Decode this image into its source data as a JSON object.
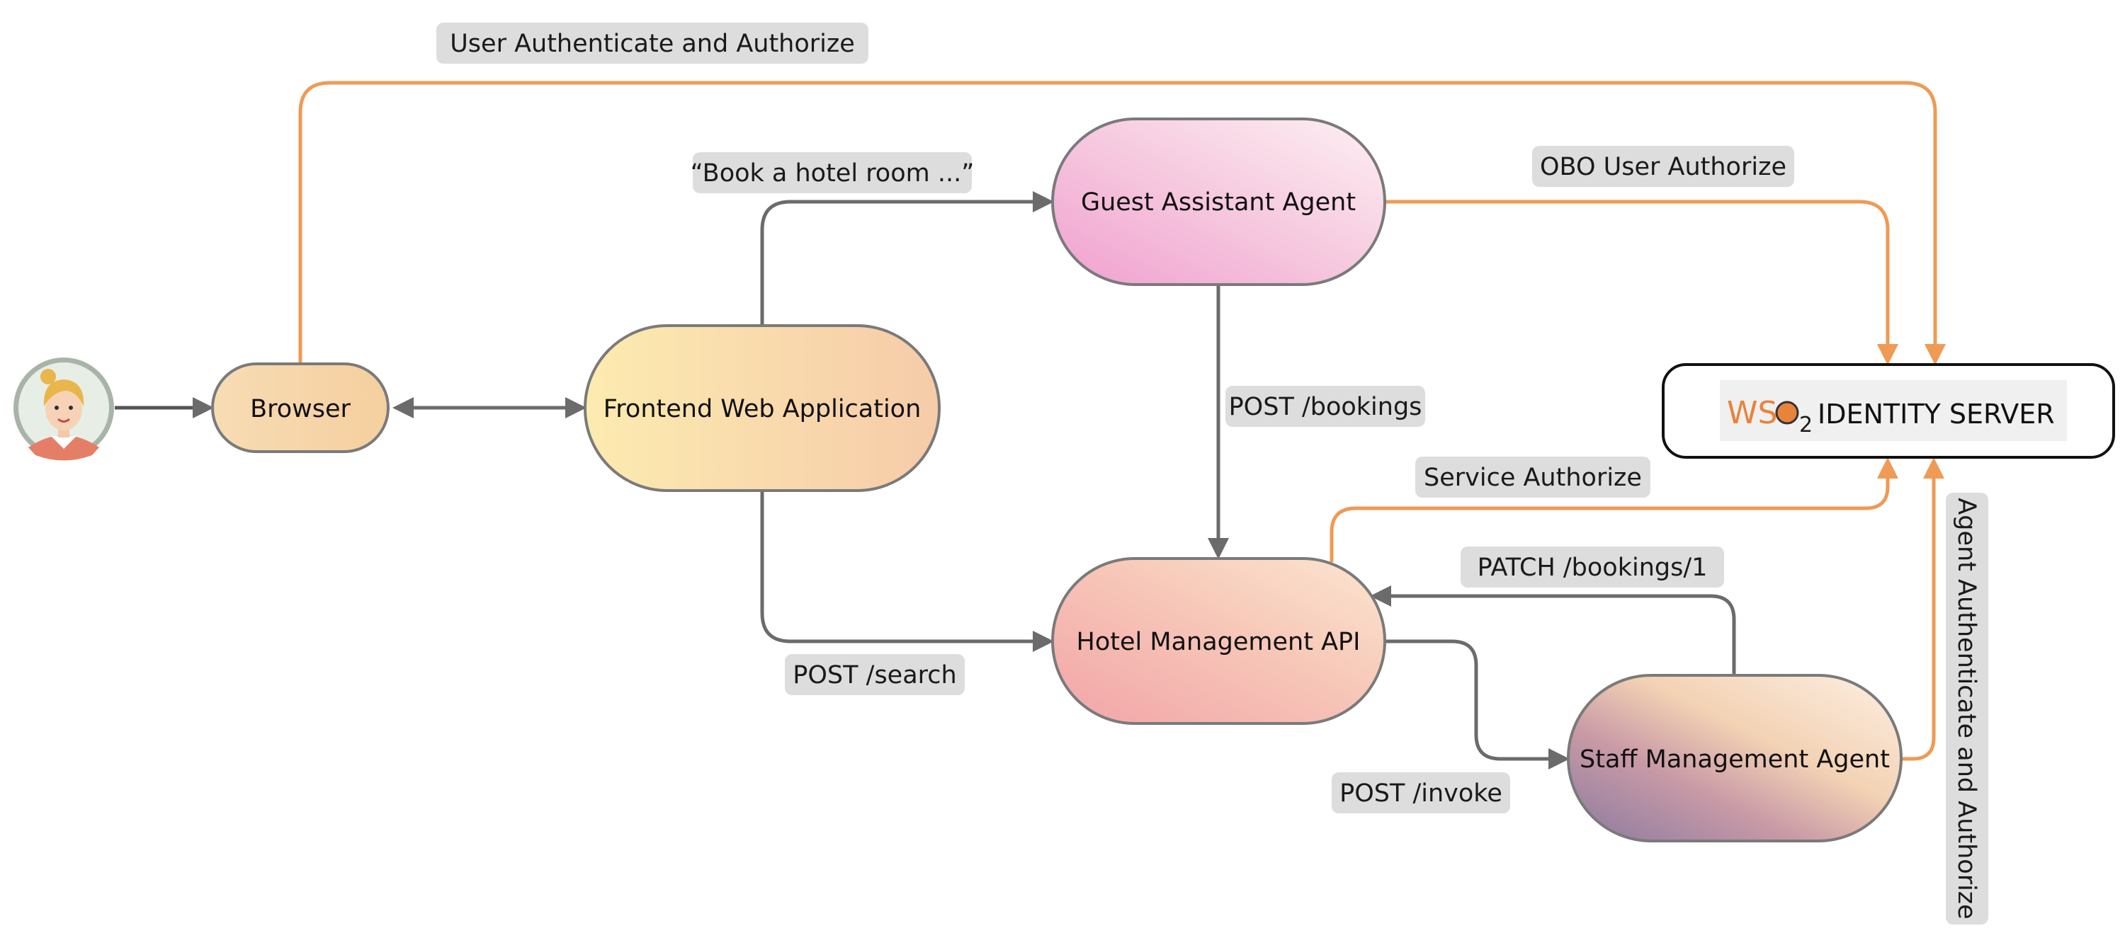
{
  "nodes": {
    "browser": "Browser",
    "frontend": "Frontend Web Application",
    "guest_agent": "Guest Assistant Agent",
    "hotel_api": "Hotel Management API",
    "staff_agent": "Staff Management Agent",
    "identity_server": {
      "logo_ws": "WS",
      "logo_2": "2",
      "name": "IDENTITY SERVER"
    }
  },
  "edge_labels": {
    "user_auth": "User Authenticate and Authorize",
    "book_prompt": "“Book a hotel room ...”",
    "obo_authorize": "OBO User Authorize",
    "post_bookings": "POST /bookings",
    "service_authorize": "Service Authorize",
    "patch_bookings": "PATCH /bookings/1",
    "post_search": "POST /search",
    "post_invoke": "POST /invoke",
    "agent_auth": "Agent Authenticate and Authorize"
  },
  "colors": {
    "orange": "#ef9a55",
    "gray_arrow": "#6b6b6b",
    "label_bg": "#dddddd"
  }
}
